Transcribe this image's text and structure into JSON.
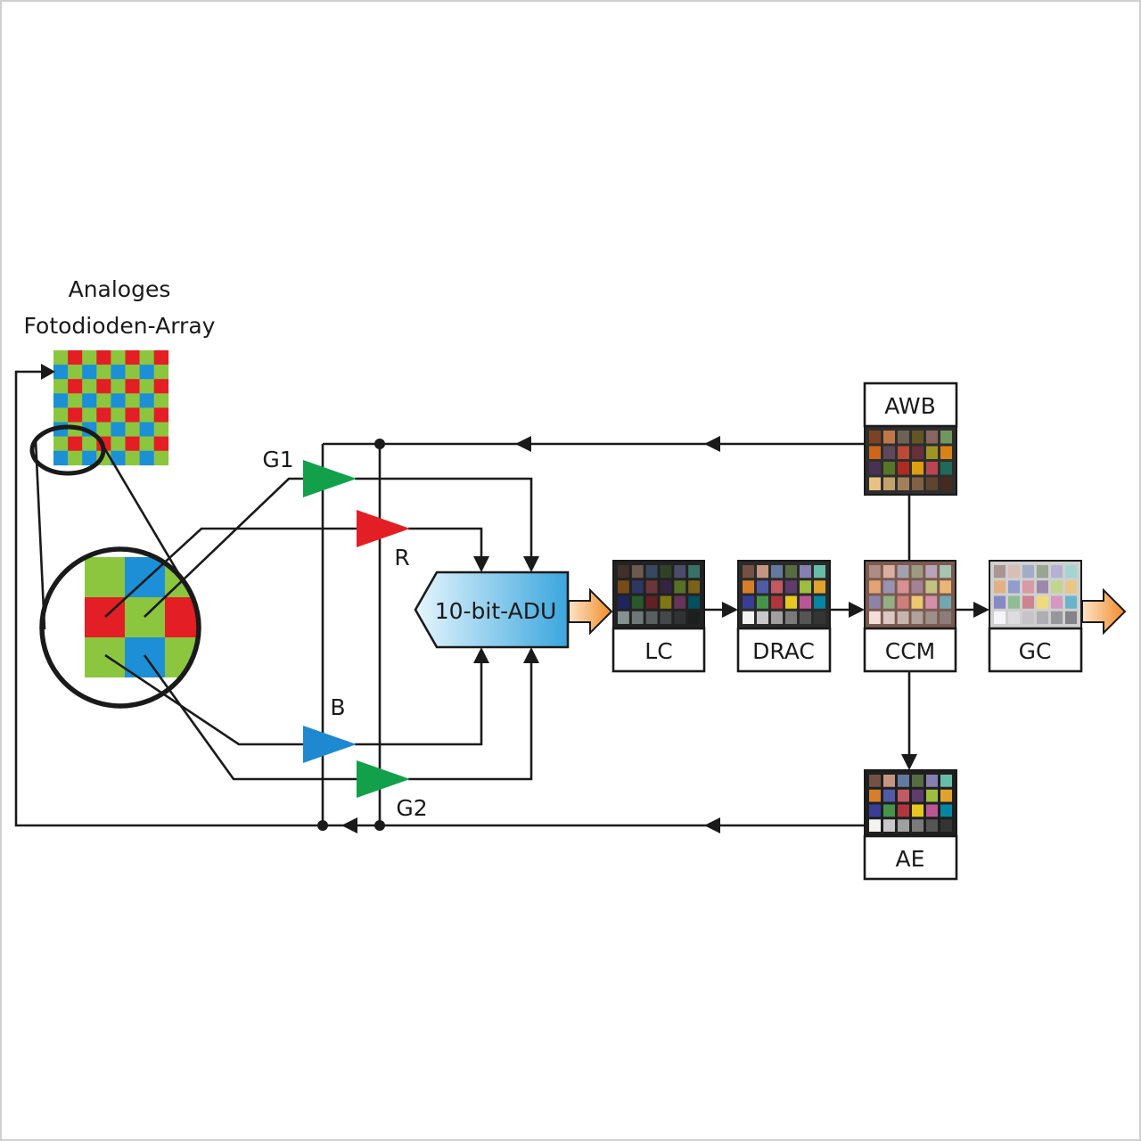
{
  "array_title_line1": "Analoges",
  "array_title_line2": "Fotodioden-Array",
  "amps": {
    "g1": "G1",
    "r": "R",
    "b": "B",
    "g2": "G2"
  },
  "adc_label": "10-bit-ADU",
  "blocks": {
    "lc": "LC",
    "drac": "DRAC",
    "ccm": "CCM",
    "gc": "GC",
    "awb": "AWB",
    "ae": "AE"
  },
  "colors": {
    "bayer_red": "#e31e24",
    "bayer_green": "#8cc63f",
    "bayer_blue": "#1c8fd6",
    "amp_green": "#12a04b",
    "amp_red": "#e31e24",
    "amp_blue": "#1e88d0",
    "adc_fill": "#5bbbe8",
    "output_arrow": "#f7a35c"
  }
}
